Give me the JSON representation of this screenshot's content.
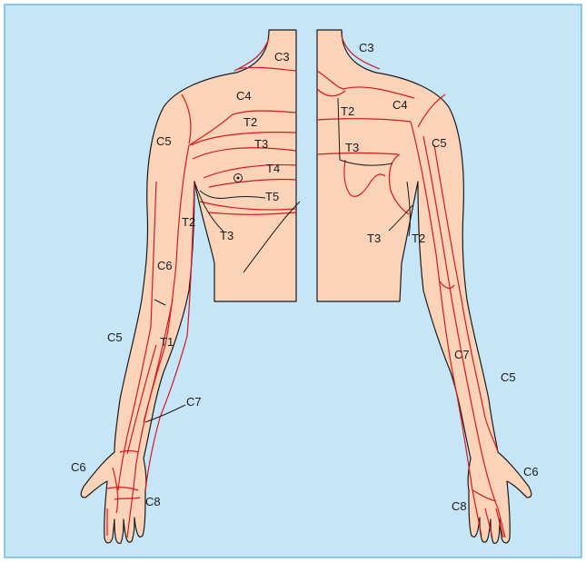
{
  "colors": {
    "background": "#c6e6f7",
    "frame": "#6fb8df",
    "skin": "#fbd3b8",
    "outline": "#1a1a1a",
    "dermatome_line": "#d7191c"
  },
  "labels": {
    "front_c3": "C3",
    "front_c4": "C4",
    "front_c5_shoulder": "C5",
    "front_t2_chest": "T2",
    "front_t3_chest": "T3",
    "front_t4": "T4",
    "front_t5": "T5",
    "front_t2_arm": "T2",
    "front_t3_lower": "T3",
    "front_c6_arm": "C6",
    "front_c5_arm": "C5",
    "front_t1": "T1",
    "front_c7": "C7",
    "front_c6_hand": "C6",
    "front_c8": "C8",
    "back_c3": "C3",
    "back_t2_upper": "T2",
    "back_c4": "C4",
    "back_t3_upper": "T3",
    "back_c5_shoulder": "C5",
    "back_t3_lower": "T3",
    "back_t2_lower": "T2",
    "back_c7": "C7",
    "back_c5_arm": "C5",
    "back_c6_hand": "C6",
    "back_c8": "C8"
  }
}
